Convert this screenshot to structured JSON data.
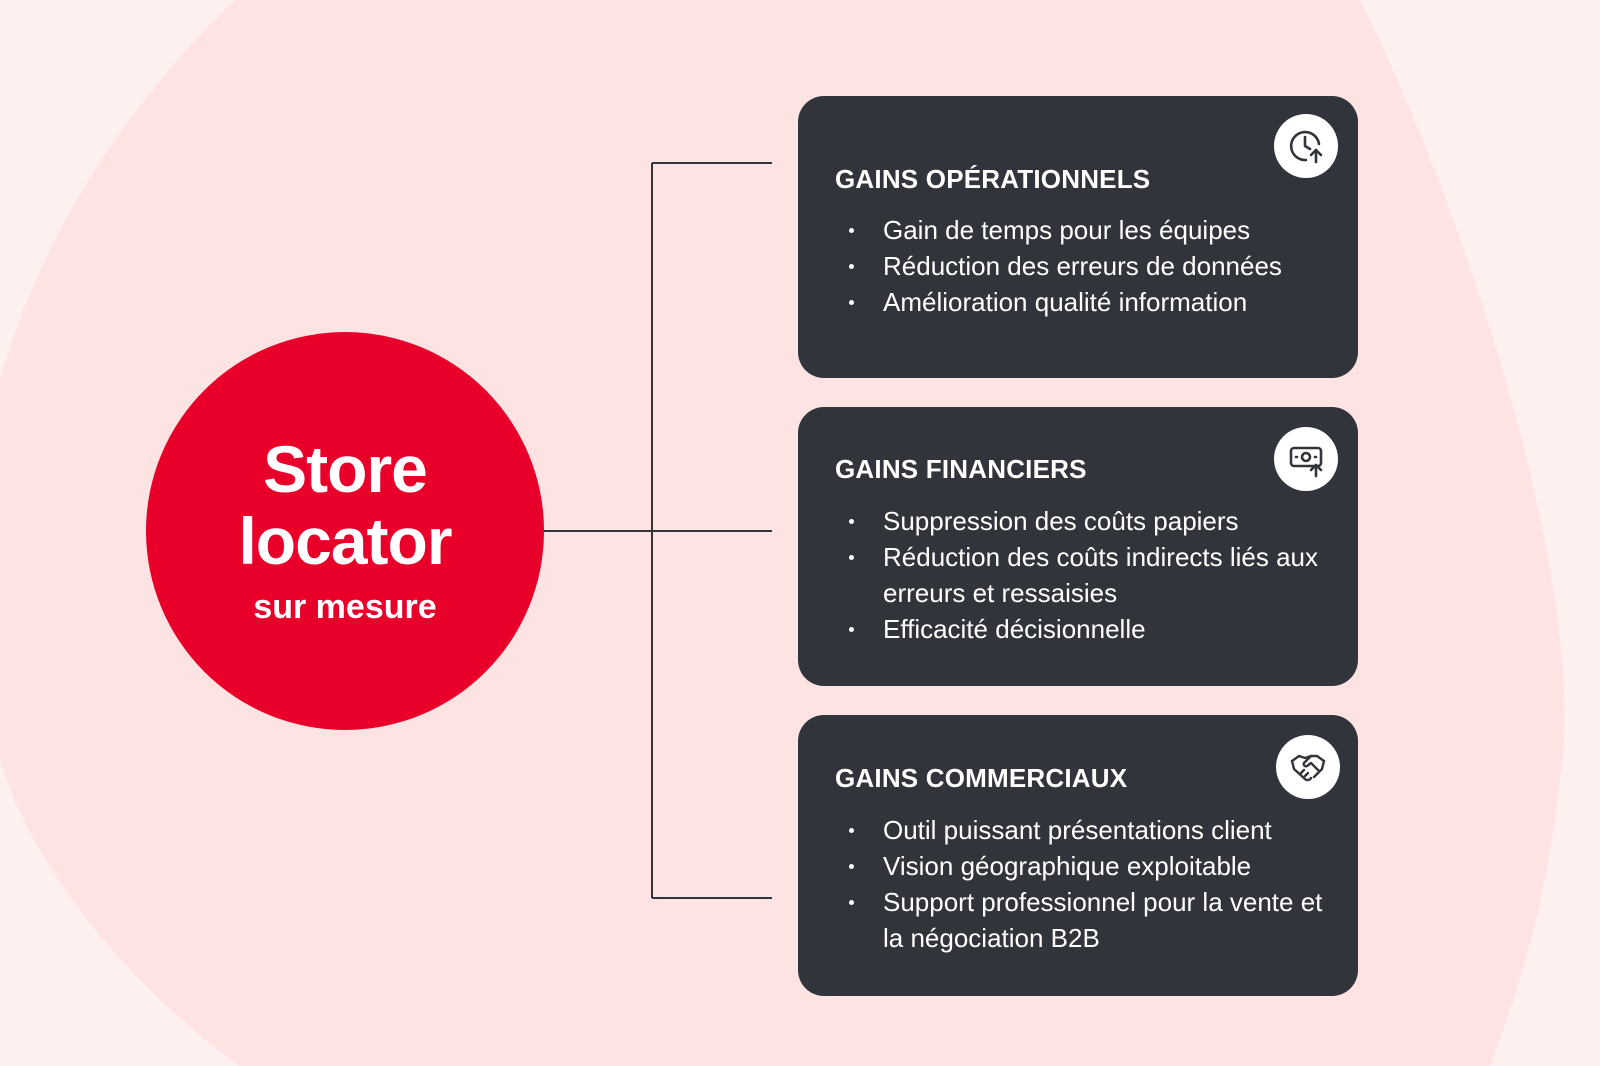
{
  "hub": {
    "title_line1": "Store",
    "title_line2": "locator",
    "subtitle": "sur mesure"
  },
  "cards": [
    {
      "title": "GAINS OPÉRATIONNELS",
      "icon": "clock-arrow-up-icon",
      "items": [
        "Gain de temps pour les équipes",
        "Réduction des erreurs de données",
        "Amélioration qualité information"
      ]
    },
    {
      "title": "GAINS FINANCIERS",
      "icon": "money-arrow-up-icon",
      "items": [
        "Suppression des coûts papiers",
        "Réduction des coûts indirects liés aux erreurs et ressaisies",
        "Efficacité décisionnelle"
      ]
    },
    {
      "title": "GAINS COMMERCIAUX",
      "icon": "handshake-icon",
      "items": [
        "Outil puissant présentations client",
        "Vision géographique exploitable",
        "Support professionnel pour la vente et la négociation B2B"
      ]
    }
  ],
  "colors": {
    "background": "#fdf0ef",
    "blob": "#fde3e2",
    "hub": "#e8002b",
    "card": "#31343a",
    "connector": "#31343a"
  }
}
